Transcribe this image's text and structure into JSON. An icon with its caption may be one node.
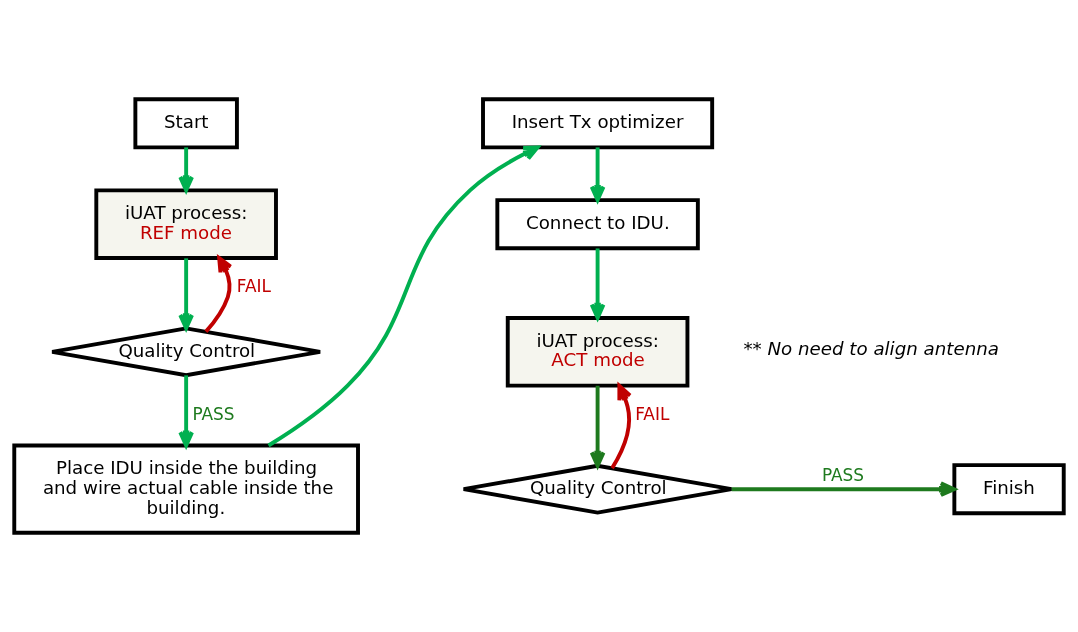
{
  "diagram": {
    "nodes": [
      {
        "text": [
          "Start"
        ]
      },
      {
        "text": [
          "iUAT process:",
          "REF mode"
        ]
      },
      {
        "text": [
          "Quality Control"
        ]
      },
      {
        "text": [
          "Place IDU inside the building and wire actual cable inside the building."
        ]
      },
      {
        "text": [
          "Insert Tx optimizer"
        ]
      },
      {
        "text": [
          "Connect to IDU."
        ]
      },
      {
        "text": [
          "iUAT process:",
          "ACT mode"
        ],
        "beside": [
          "** No need to align antenna"
        ]
      },
      {
        "text": [
          "Quality Control"
        ]
      },
      {
        "text": [
          "Finish"
        ]
      }
    ],
    "edges": [
      {
        "from": 0,
        "to": 1,
        "arrow": "to"
      },
      {
        "from": 1,
        "to": 2,
        "arrow": "to"
      },
      {
        "from": 2,
        "to": 1,
        "arrow": "to",
        "label": "FAIL",
        "color": "#c00000"
      },
      {
        "from": 2,
        "to": 3,
        "arrow": "to",
        "label": "PASS"
      },
      {
        "from": 3,
        "to": 4,
        "arrow": "to"
      },
      {
        "from": 4,
        "to": 5,
        "arrow": "to"
      },
      {
        "from": 5,
        "to": 6,
        "arrow": "to"
      },
      {
        "from": 6,
        "to": 7,
        "arrow": "to",
        "color": "#1e7a1e"
      },
      {
        "from": 7,
        "to": 6,
        "arrow": "to",
        "label": "FAIL",
        "color": "#c00000"
      },
      {
        "from": 7,
        "to": 8,
        "arrow": "to",
        "label": "PASS",
        "color": "#1e7a1e"
      }
    ]
  }
}
